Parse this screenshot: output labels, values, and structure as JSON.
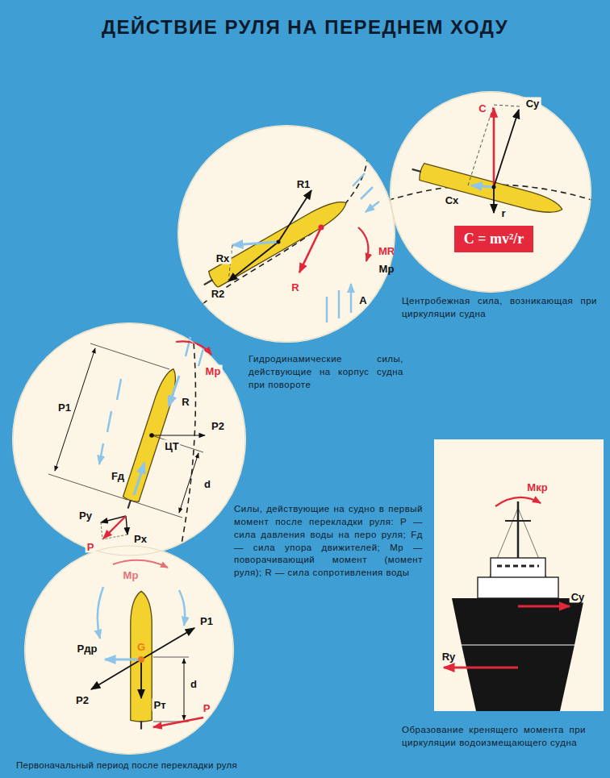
{
  "diagram": {
    "title": "ДЕЙСТВИЕ РУЛЯ НА ПЕРЕДНЕМ ХОДУ",
    "nodes": [
      {
        "text": [
          "Центробежная сила, возникающая при циркуляции судна"
        ]
      },
      {
        "text": [
          "C = mv²/r"
        ],
        "in": 0
      },
      {
        "text": [
          "Гидродинамические силы, действующие на корпус судна при повороте"
        ]
      },
      {
        "text": [
          "Силы, действующие на судно в первый момент после перекладки руля: P — сила давления воды на перо руля; Fд — сила упора движителей; Mр — поворачивающий момент (момент руля); R — сила сопротивления воды"
        ]
      },
      {
        "text": [
          "Образование кренящего момента при циркуляции водоизмещающего судна"
        ]
      },
      {
        "text": [
          "Первоначальный период после перекладки руля"
        ]
      }
    ],
    "labels": [
      "C",
      "Cy",
      "Cx",
      "r",
      "R1",
      "Rx",
      "R2",
      "R",
      "MR",
      "Mp",
      "A",
      "Mp",
      "R",
      "ЦТ",
      "P1",
      "P2",
      "Fд",
      "d",
      "Py",
      "P",
      "Px",
      "Mp",
      "P1",
      "Pдр",
      "G",
      "d",
      "P2",
      "Pт",
      "P",
      "Mкр",
      "Cy",
      "Ry"
    ]
  }
}
